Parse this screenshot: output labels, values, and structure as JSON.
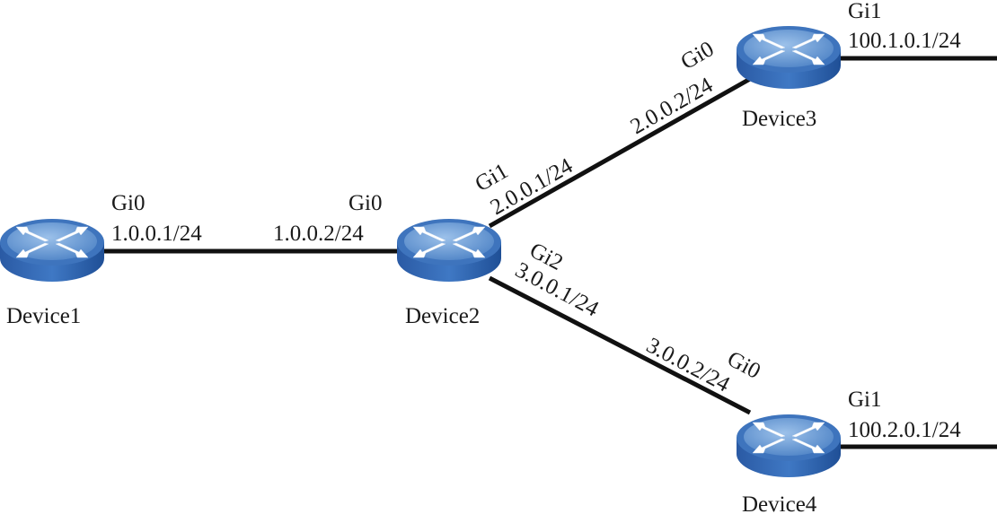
{
  "devices": [
    {
      "id": "device1",
      "name": "Device1"
    },
    {
      "id": "device2",
      "name": "Device2"
    },
    {
      "id": "device3",
      "name": "Device3"
    },
    {
      "id": "device4",
      "name": "Device4"
    }
  ],
  "links": [
    {
      "from": "device1",
      "to": "device2",
      "a": {
        "iface": "Gi0",
        "ip": "1.0.0.1/24"
      },
      "b": {
        "iface": "Gi0",
        "ip": "1.0.0.2/24"
      }
    },
    {
      "from": "device2",
      "to": "device3",
      "a": {
        "iface": "Gi1",
        "ip": "2.0.0.1/24"
      },
      "b": {
        "iface": "Gi0",
        "ip": "2.0.0.2/24"
      }
    },
    {
      "from": "device2",
      "to": "device4",
      "a": {
        "iface": "Gi2",
        "ip": "3.0.0.1/24"
      },
      "b": {
        "iface": "Gi0",
        "ip": "3.0.0.2/24"
      }
    },
    {
      "from": "device3",
      "to": "external",
      "a": {
        "iface": "Gi1",
        "ip": "100.1.0.1/24"
      }
    },
    {
      "from": "device4",
      "to": "external",
      "a": {
        "iface": "Gi1",
        "ip": "100.2.0.1/24"
      }
    }
  ],
  "colors": {
    "router_top": "#4f86c6",
    "router_side": "#2a5ea8",
    "link": "#111111"
  }
}
